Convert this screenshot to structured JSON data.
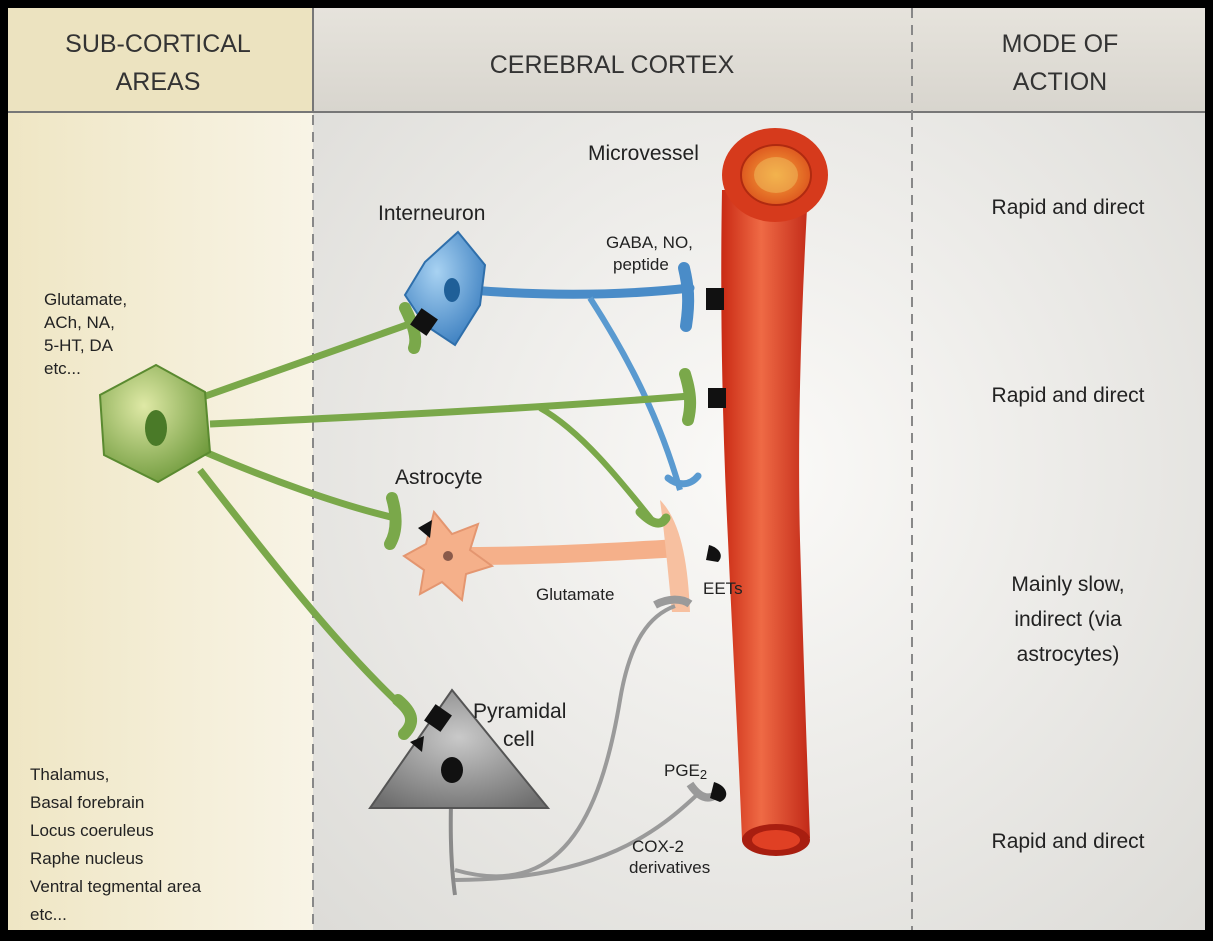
{
  "headers": {
    "left": [
      "SUB-CORTICAL",
      "AREAS"
    ],
    "center": "CEREBRAL CORTEX",
    "right": [
      "MODE OF",
      "ACTION"
    ]
  },
  "labels": {
    "microvessel": "Microvessel",
    "interneuron": "Interneuron",
    "astrocyte": "Astrocyte",
    "pyramidal": [
      "Pyramidal",
      "cell"
    ],
    "gaba": [
      "GABA, NO,",
      "peptide"
    ],
    "glutamate": "Glutamate",
    "eets": "EETs",
    "pge2_base": "PGE",
    "pge2_sub": "2",
    "cox2": [
      "COX-2",
      "derivatives"
    ]
  },
  "neurotransmitters": [
    "Glutamate,",
    "ACh, NA,",
    "5-HT, DA",
    "etc..."
  ],
  "areas": [
    "Thalamus,",
    "Basal forebrain",
    "Locus coeruleus",
    "Raphe nucleus",
    "Ventral tegmental area",
    "etc..."
  ],
  "modes": [
    {
      "lines": [
        "Rapid and direct"
      ]
    },
    {
      "lines": [
        "Rapid and direct"
      ]
    },
    {
      "lines": [
        "Mainly slow,",
        "indirect (via",
        "astrocytes)"
      ]
    },
    {
      "lines": [
        "Rapid and direct"
      ]
    }
  ],
  "colors": {
    "left_panel": "#f3ecd2",
    "panel_bg": "#ecebe8",
    "green_neuron": "#7aa84a",
    "interneuron": "#4a8cc8",
    "astrocyte": "#f5b08a",
    "pyramidal": "#888888",
    "vessel": "#e04a2a"
  }
}
